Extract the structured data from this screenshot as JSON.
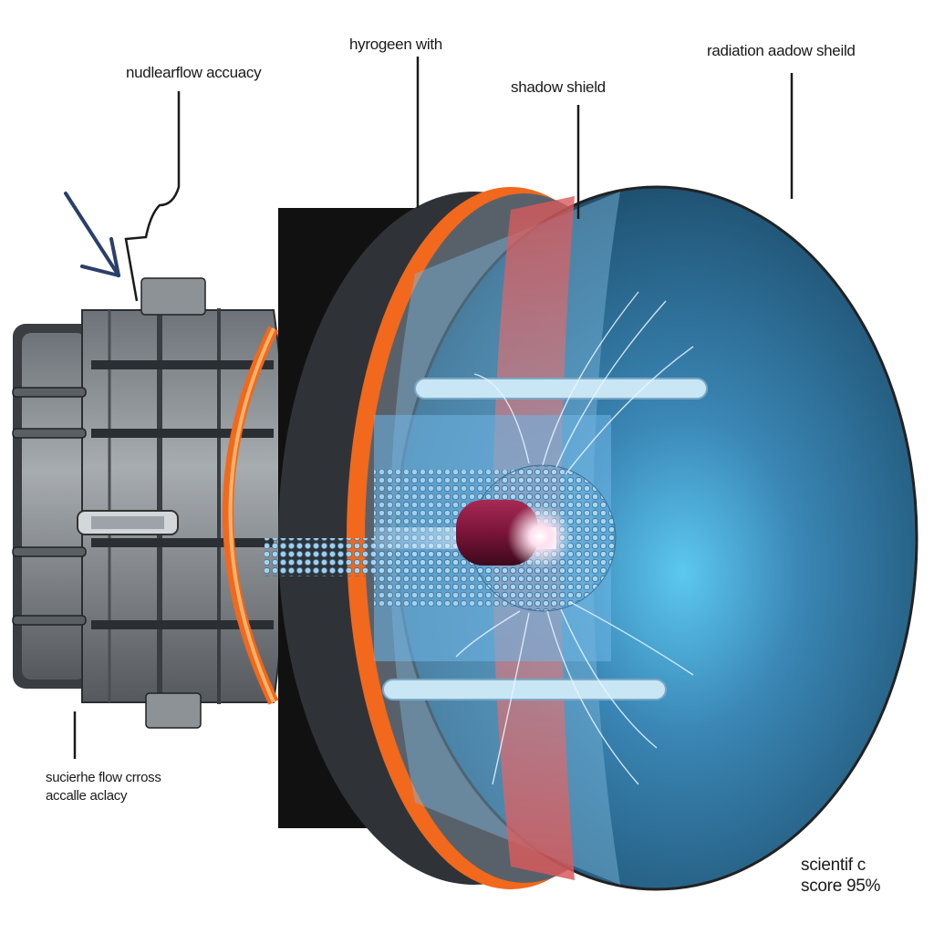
{
  "labels": {
    "nuclear_flow": "nudlearflow accuacy",
    "hydrogen": "hyrogeen with",
    "shadow_shield": "shadow shield",
    "radiation_shield": "radiation aadow sheild",
    "scientific_flow": [
      "sucierhe flow crross",
      "accalle aclacy"
    ],
    "score": [
      "scientif c",
      "score 95%"
    ]
  },
  "colors": {
    "shield_face": "#3a86b5",
    "shield_dark": "#163a52",
    "glow": "#5cc8f0",
    "hot_ring": "#f2681c",
    "casing": "#8a8f94",
    "casing_dark": "#4d5257",
    "backplate": "#111111",
    "red_band": "#d8585a",
    "core": "#7a1438"
  }
}
